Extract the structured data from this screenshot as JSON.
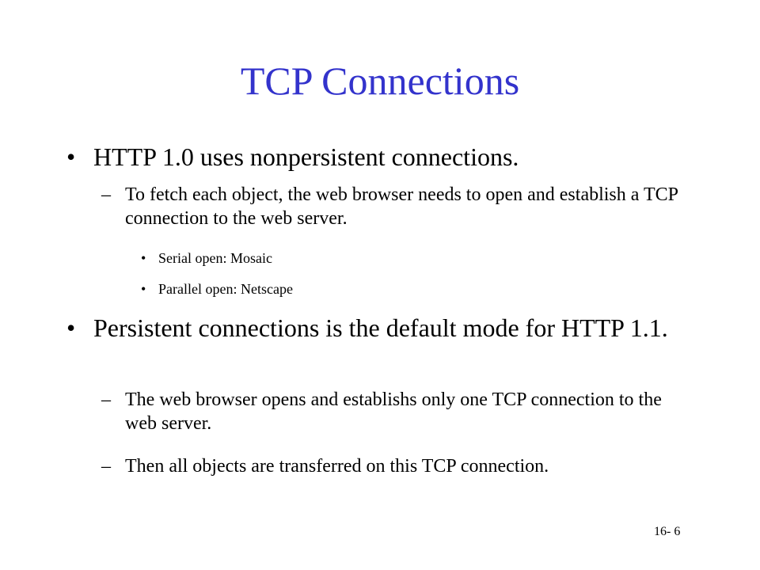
{
  "slide": {
    "title": "TCP Connections",
    "bullets": [
      {
        "marker": "•",
        "text": "HTTP 1.0 uses nonpersistent connections."
      },
      {
        "marker": "–",
        "text": "To fetch each object, the web browser needs to open and establish a TCP connection to the web server."
      },
      {
        "marker": "•",
        "text": "Serial open: Mosaic"
      },
      {
        "marker": "•",
        "text": "Parallel open: Netscape"
      },
      {
        "marker": "•",
        "text": "Persistent connections is the default mode for HTTP 1.1."
      },
      {
        "marker": "–",
        "text": "The web browser opens and establishs only one TCP connection to the web server."
      },
      {
        "marker": "–",
        "text": "Then all objects are transferred on this TCP connection."
      }
    ],
    "page_number": "16- 6",
    "title_color": "#3333cc",
    "text_color": "#000000",
    "background_color": "#ffffff"
  }
}
